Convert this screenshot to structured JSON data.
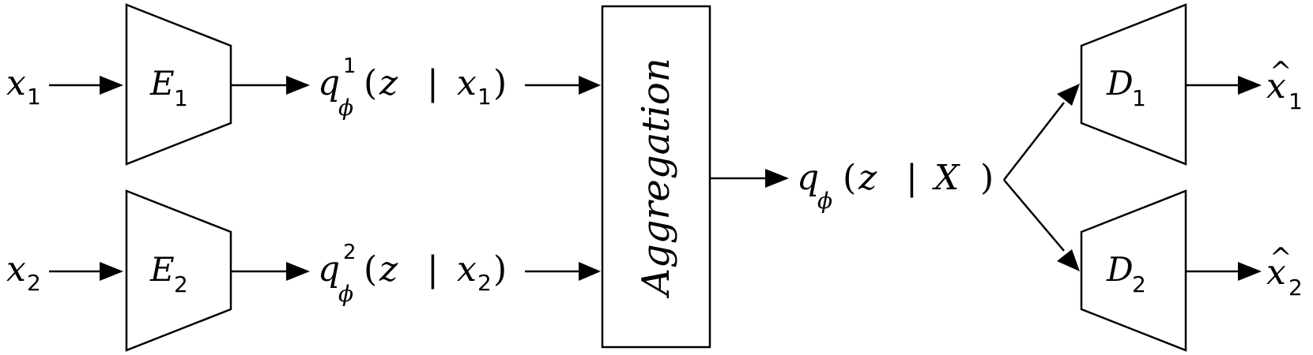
{
  "inputs": [
    {
      "var": "x",
      "sub": "1"
    },
    {
      "var": "x",
      "sub": "2"
    }
  ],
  "encoders": [
    {
      "letter": "E",
      "sub": "1"
    },
    {
      "letter": "E",
      "sub": "2"
    }
  ],
  "posteriors": [
    {
      "q": "q",
      "sup": "1",
      "phi": "ϕ",
      "open": "(",
      "z": "z",
      "bar": "|",
      "x": "x",
      "xsub": "1",
      "close": ")"
    },
    {
      "q": "q",
      "sup": "2",
      "phi": "ϕ",
      "open": "(",
      "z": "z",
      "bar": "|",
      "x": "x",
      "xsub": "2",
      "close": ")"
    }
  ],
  "aggregation": {
    "label": "Aggregation"
  },
  "joint": {
    "q": "q",
    "phi": "ϕ",
    "open": "(",
    "z": "z",
    "bar": "|",
    "X": "X",
    "close": ")"
  },
  "decoders": [
    {
      "letter": "D",
      "sub": "1"
    },
    {
      "letter": "D",
      "sub": "2"
    }
  ],
  "outputs": [
    {
      "var": "x",
      "hat": "^",
      "sub": "1"
    },
    {
      "var": "x",
      "hat": "^",
      "sub": "2"
    }
  ]
}
